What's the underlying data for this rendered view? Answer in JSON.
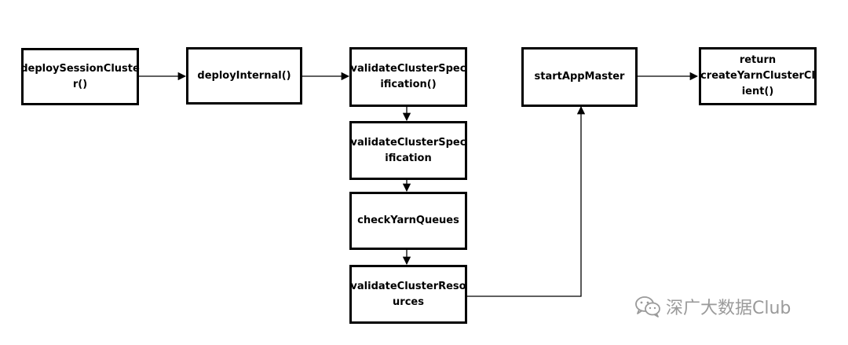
{
  "nodes": {
    "deploy_session_cluster": "deploySessionCluste\nr()",
    "deploy_internal": "deployInternal()",
    "validate_cluster_spec_call": "validateClusterSpec\nification()",
    "validate_cluster_spec": "validateClusterSpec\nification",
    "check_yarn_queues": "checkYarnQueues",
    "validate_cluster_resources": "validateClusterReso\nurces",
    "start_app_master": "startAppMaster",
    "return_create_client": "return\ncreateYarnClusterCl\nient()"
  },
  "watermark": {
    "icon": "wechat-icon",
    "text": "深广大数据Club"
  }
}
